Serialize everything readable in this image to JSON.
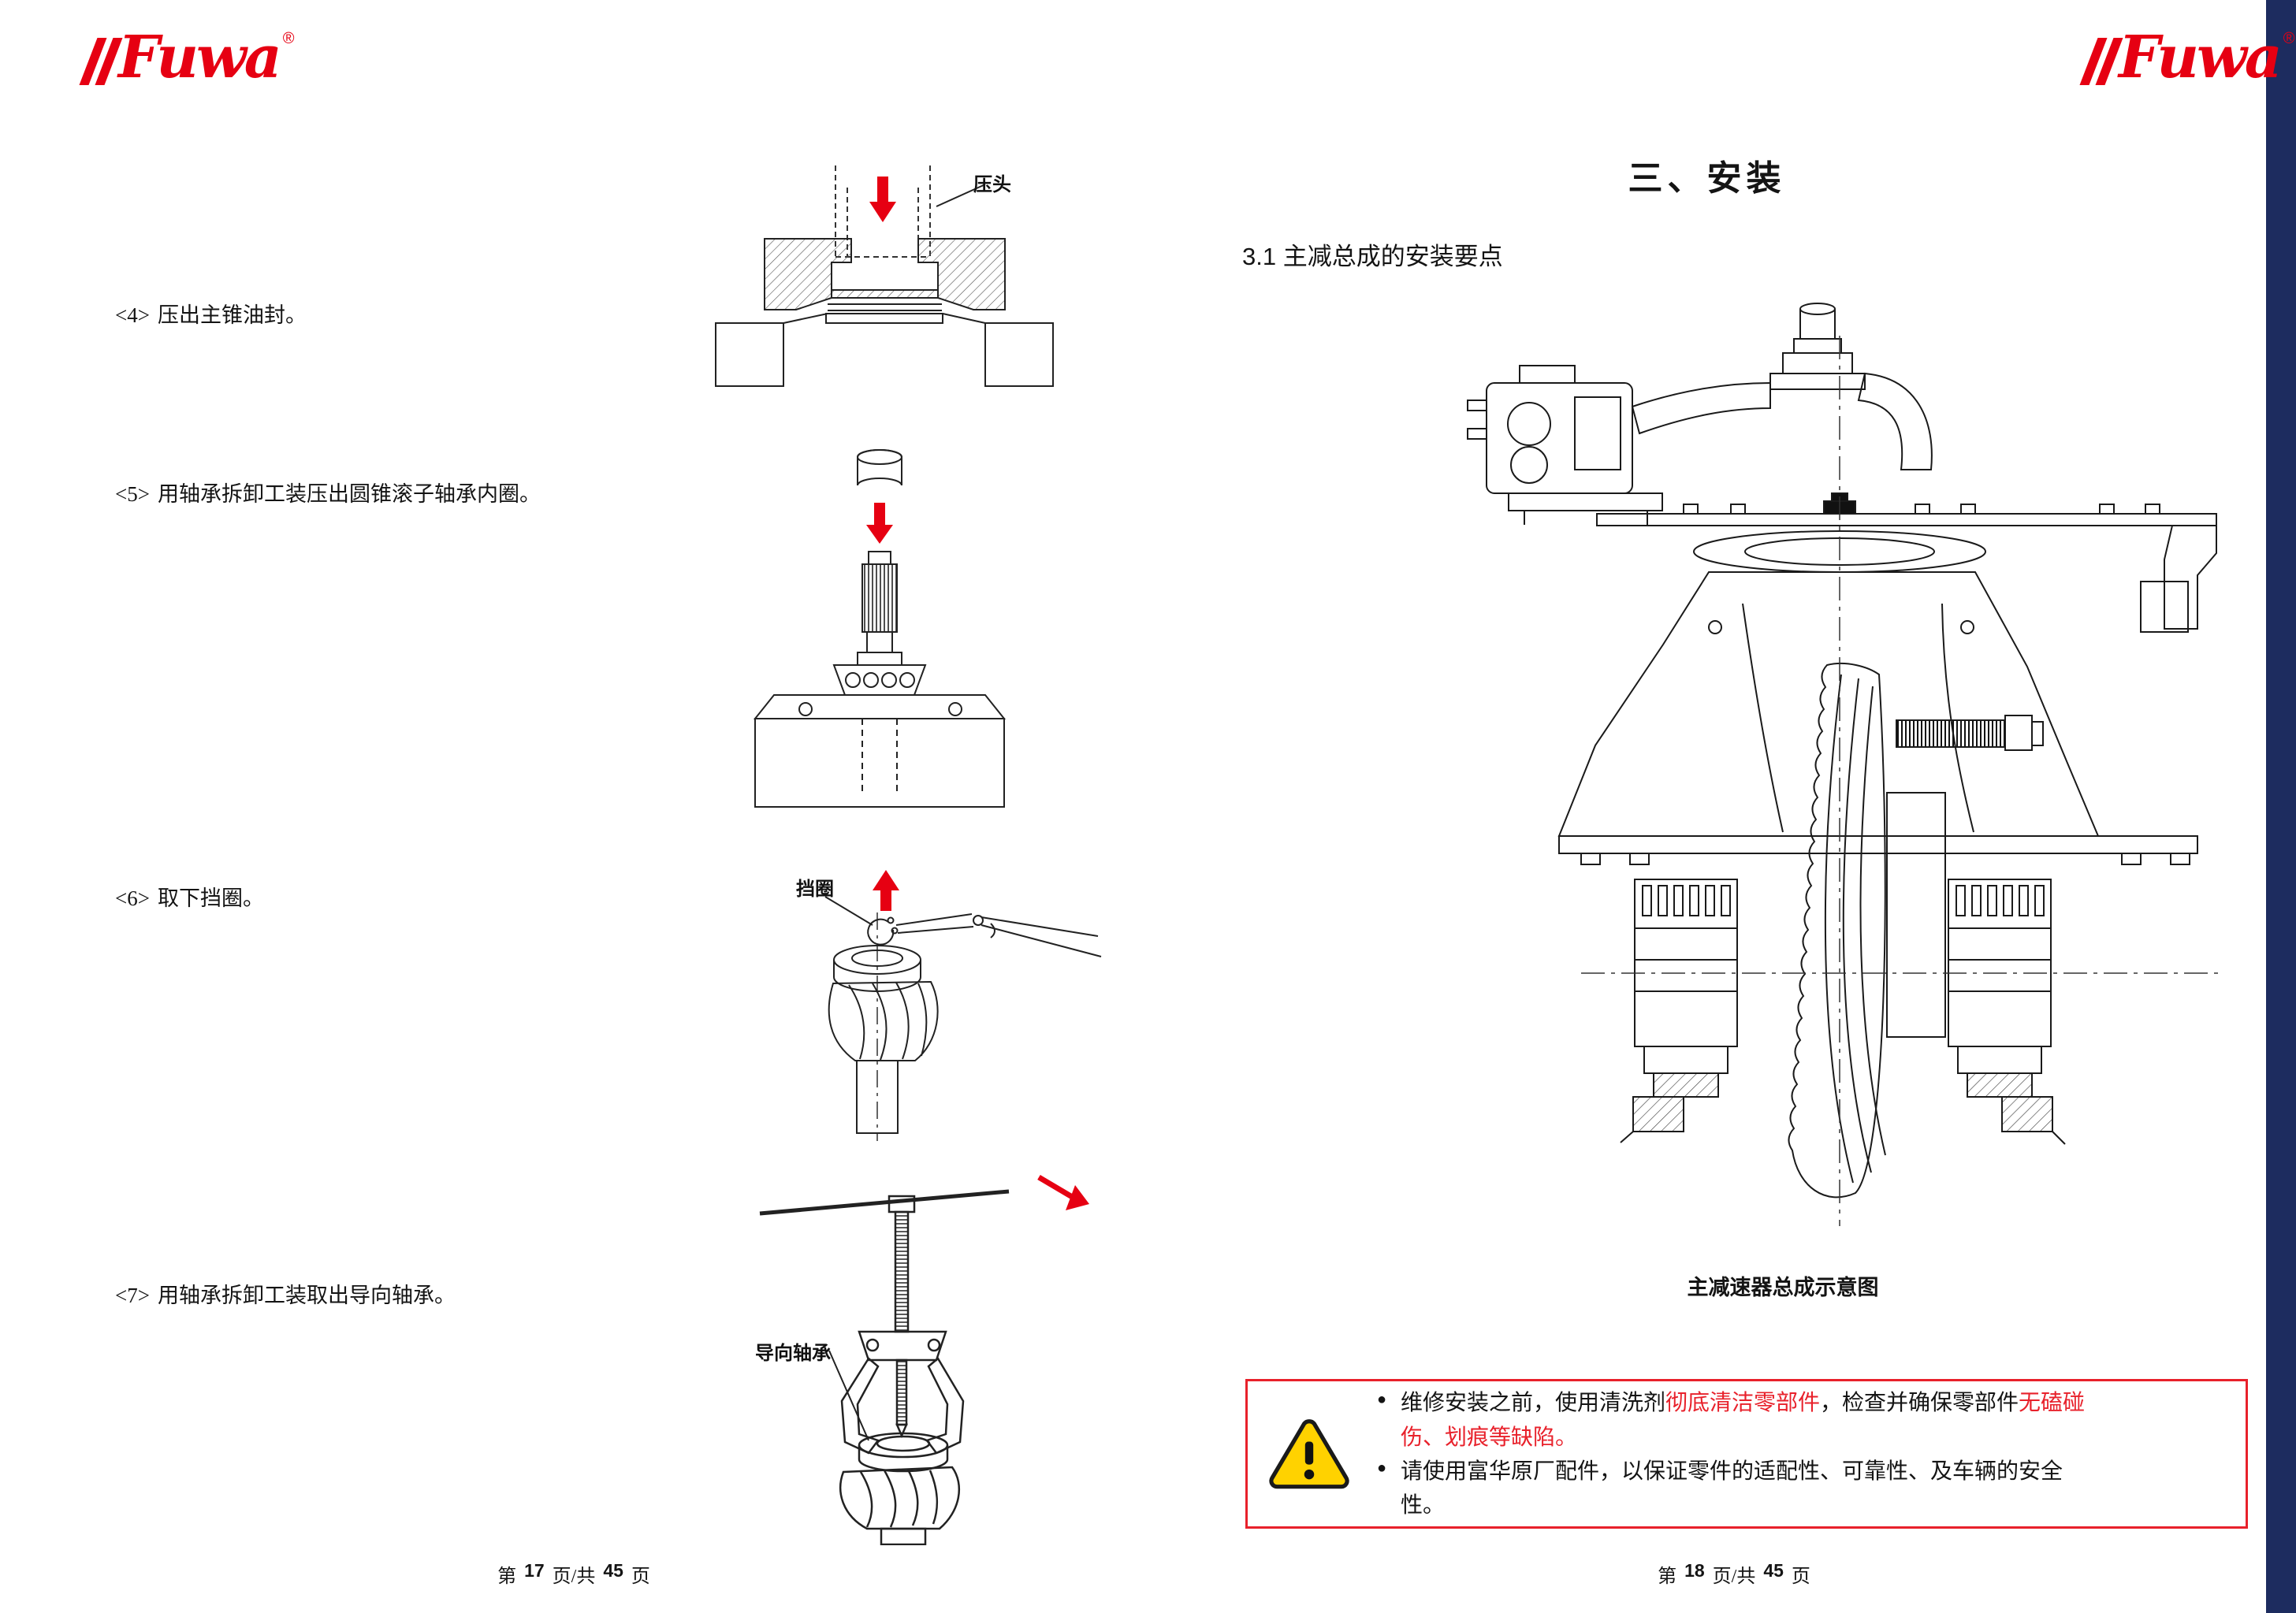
{
  "colors": {
    "brand_red": "#e60012",
    "warning_red": "#e8212b",
    "warning_yellow": "#ffd200",
    "sidebar_navy": "#1d2c5f"
  },
  "logo": {
    "text": "Fuwa",
    "reg": "®"
  },
  "left_page": {
    "steps": [
      {
        "id": "<4>",
        "text": "压出主锥油封。"
      },
      {
        "id": "<5>",
        "text": "用轴承拆卸工装压出圆锥滚子轴承内圈。"
      },
      {
        "id": "<6>",
        "text": "取下挡圈。"
      },
      {
        "id": "<7>",
        "text": "用轴承拆卸工装取出导向轴承。"
      }
    ],
    "figure_labels": {
      "press_head": "压头",
      "retaining_ring": "挡圈",
      "guide_bearing": "导向轴承"
    },
    "footer": {
      "prefix": "第",
      "page": "17",
      "middle": "页/共",
      "total": "45",
      "suffix": "页"
    }
  },
  "right_page": {
    "title": "三、安装",
    "section_heading": "3.1 主减总成的安装要点",
    "figure_caption": "主减速器总成示意图",
    "warning": {
      "bullet": "●",
      "b1_black1": "维修安装之前，使用清洗剂",
      "b1_red1": "彻底清洁零部件",
      "b1_black2": "，检查并确保零部件",
      "b1_red2": "无磕碰伤、划痕等缺陷。",
      "b2": "请使用富华原厂配件，以保证零件的适配性、可靠性、及车辆的安全性。"
    },
    "footer": {
      "prefix": "第",
      "page": "18",
      "middle": "页/共",
      "total": "45",
      "suffix": "页"
    }
  }
}
